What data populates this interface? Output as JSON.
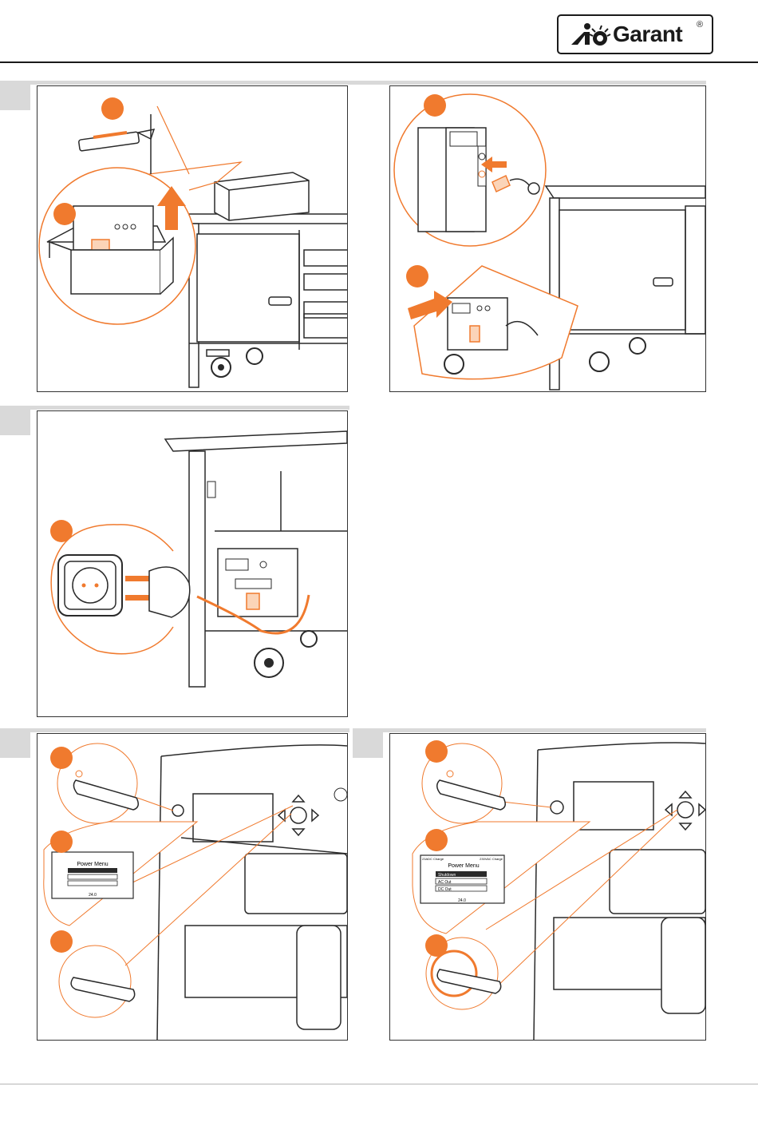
{
  "brand": {
    "name": "Garant",
    "registered_mark": "®"
  },
  "colors": {
    "accent": "#f07a2e",
    "line": "#2a2a2a",
    "tab_gray": "#d9d9d9"
  },
  "screens": {
    "left": {
      "title": "Power Menu",
      "items": [
        "",
        "",
        ""
      ],
      "footer": "24.0"
    },
    "right": {
      "top_left": "23ADC Charge",
      "top_right": "230VAC Charge",
      "title": "Power Menu",
      "items": [
        "Shutdown",
        "AC Out",
        "DC Out"
      ],
      "footer": "24.0"
    }
  },
  "icons": [
    "garant-logo-icon",
    "power-button-icon",
    "dpad-icon",
    "socket-icon",
    "plug-icon",
    "arrow-up-icon",
    "arrow-right-icon",
    "finger-press-icon",
    "cutter-knife-icon"
  ]
}
